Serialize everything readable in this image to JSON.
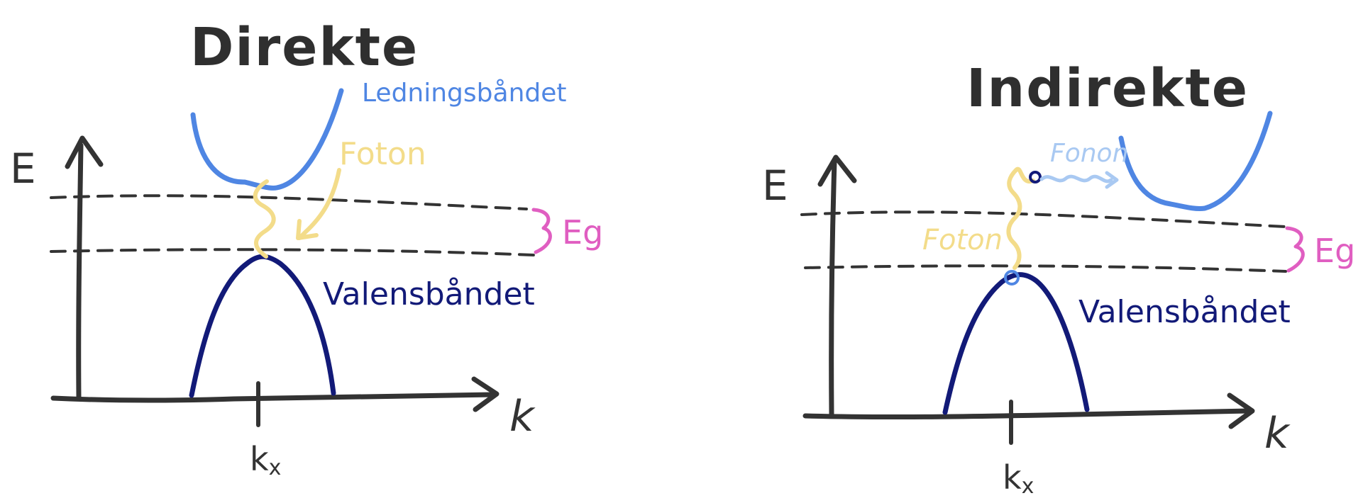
{
  "direct": {
    "title": "Direkte",
    "axis_e": "E",
    "axis_k": "k",
    "tick": "k",
    "tick_sub": "x",
    "conduction_band": "Ledningsbåndet",
    "photon": "Foton",
    "gap": "Eg",
    "valence_band": "Valensbåndet"
  },
  "indirect": {
    "title": "Indirekte",
    "axis_e": "E",
    "axis_k": "k",
    "tick": "k",
    "tick_sub": "x",
    "phonon": "Fonon",
    "photon": "Foton",
    "gap": "Eg",
    "valence_band": "Valensbåndet"
  },
  "colors": {
    "ink": "#333333",
    "conduction_band": "#4f86e3",
    "valence_band": "#121a78",
    "photon": "#f3dc8a",
    "phonon": "#a9c9f2",
    "gap": "#e05ec1"
  }
}
